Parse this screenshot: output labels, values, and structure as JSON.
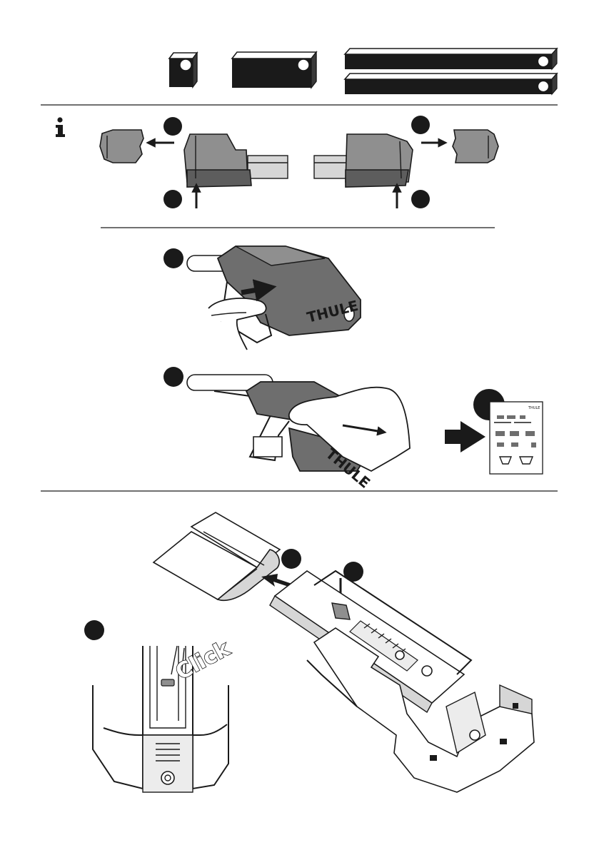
{
  "brand": {
    "logo_text": "THULE"
  },
  "info_icon": "info-icon",
  "step_click": {
    "label": "Click"
  },
  "manual_card": {
    "brand_tag": "THULE"
  },
  "colors": {
    "ink": "#1a1a1a",
    "foot_gray": "#5d5d5d",
    "cap_gray": "#8f8f8f",
    "page": "#ffffff"
  }
}
